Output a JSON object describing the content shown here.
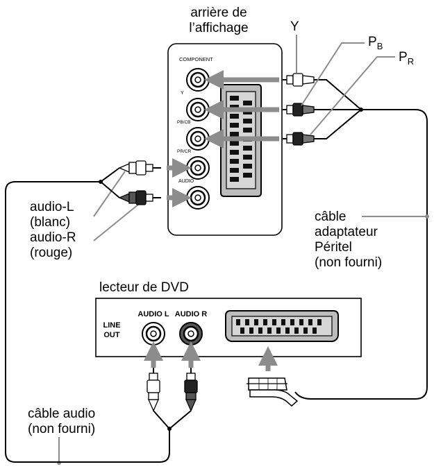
{
  "display_rear": {
    "title_line1": "arrière de",
    "title_line2": "l’affichage",
    "panel_label": "COMPONENT",
    "jack_y": "Y",
    "jack_pb": "PB/CB",
    "jack_pr": "PR/CR",
    "jack_audio": "AUDIO"
  },
  "signals": {
    "y": "Y",
    "pb_main": "P",
    "pb_sub": "B",
    "pr_main": "P",
    "pr_sub": "R"
  },
  "audio_left": {
    "line1": "audio-L",
    "line2": "(blanc)"
  },
  "audio_right": {
    "line1": "audio-R",
    "line2": "(rouge)"
  },
  "scart_cable": {
    "line1": "câble",
    "line2": "adaptateur",
    "line3": "Péritel",
    "line4": "(non fourni)"
  },
  "dvd": {
    "title": "lecteur de DVD",
    "line_out_1": "LINE",
    "line_out_2": "OUT",
    "audio_l": "AUDIO L",
    "audio_r": "AUDIO R"
  },
  "audio_cable": {
    "line1": "câble audio",
    "line2": "(non fourni)"
  }
}
